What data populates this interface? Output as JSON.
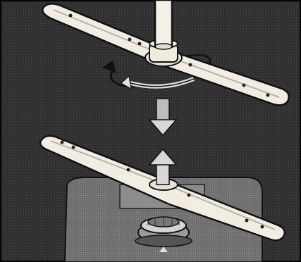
{
  "figure": {
    "kind": "instruction-illustration",
    "style": "black-and-white halftone",
    "elements": [
      "upper-spray-arm",
      "rotation-arrows",
      "down-arrow",
      "up-arrow",
      "lower-spray-arm",
      "filter-base"
    ],
    "colors": {
      "background": "#2a2a2a",
      "arm": "#f1ede2",
      "arm_outline": "#111111",
      "arrow": "#d8d8d8",
      "tub": "#6a6a6a",
      "filter": "#bdbdbd"
    }
  }
}
